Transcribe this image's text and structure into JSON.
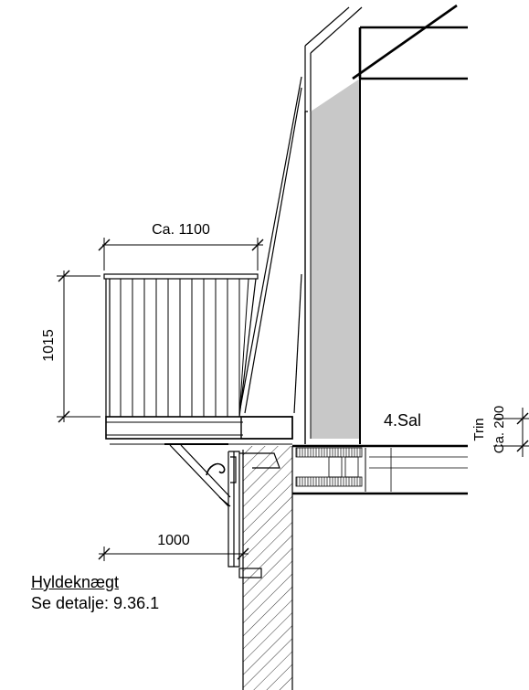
{
  "labels": {
    "width_top": "Ca. 1100",
    "height": "1015",
    "width_bottom": "1000",
    "floor": "4.Sal",
    "step_word": "Trin",
    "step_height": "Ca. 200"
  },
  "note": {
    "title": "Hyldeknægt",
    "reference": "Se detalje: 9.36.1"
  },
  "colors": {
    "line": "#000000",
    "fill_grey": "#c8c8c8",
    "background": "#ffffff"
  }
}
